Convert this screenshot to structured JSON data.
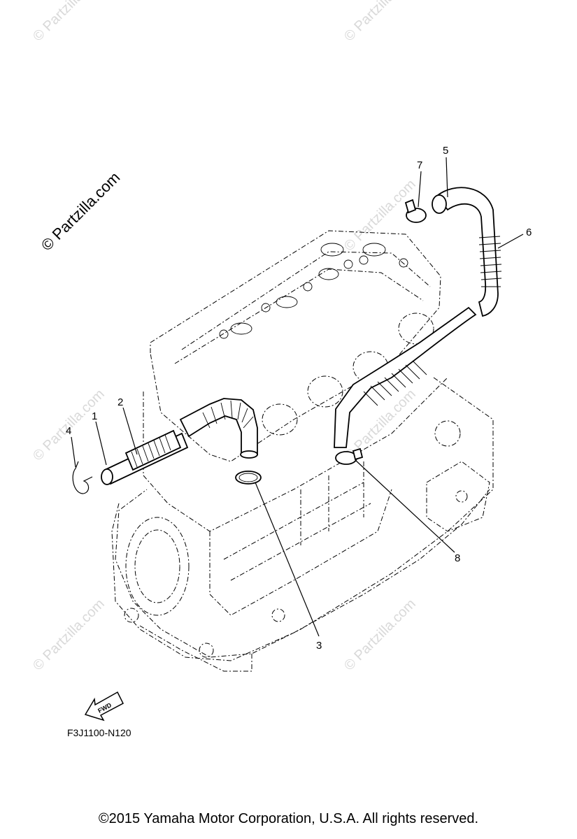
{
  "diagram": {
    "callouts": [
      {
        "id": "1",
        "label": "1"
      },
      {
        "id": "2",
        "label": "2"
      },
      {
        "id": "3",
        "label": "3"
      },
      {
        "id": "4",
        "label": "4"
      },
      {
        "id": "5",
        "label": "5"
      },
      {
        "id": "6",
        "label": "6"
      },
      {
        "id": "7",
        "label": "7"
      },
      {
        "id": "8",
        "label": "8"
      }
    ],
    "watermark": "© Partzilla.com",
    "direction_label": "FWD",
    "figure_code": "F3J1100-N120"
  },
  "footer": {
    "copyright": "©2015  Yamaha Motor Corporation, U.S.A. All rights reserved."
  }
}
